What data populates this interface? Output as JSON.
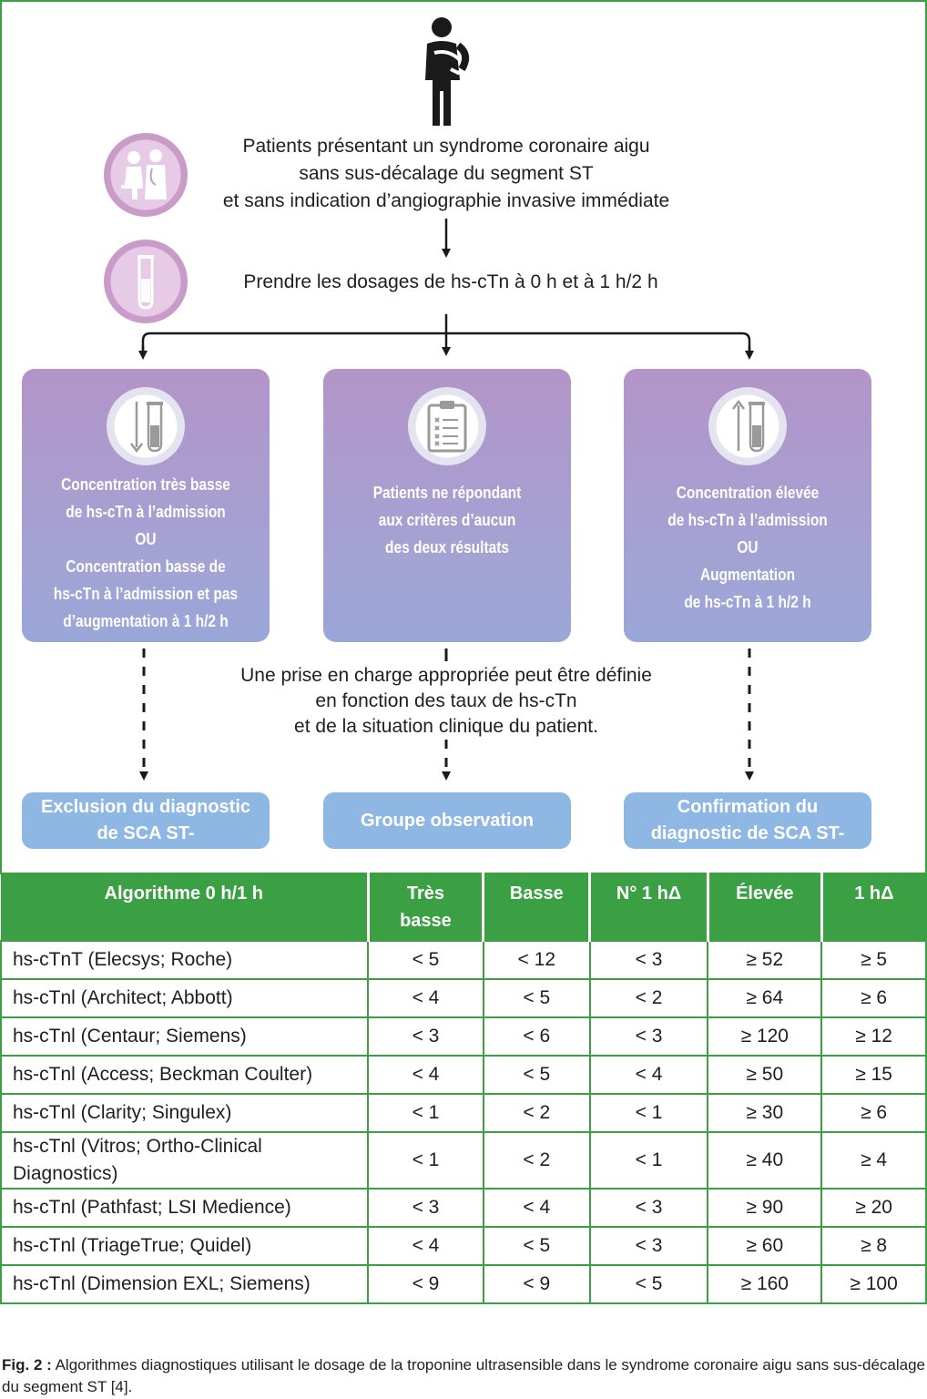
{
  "flow": {
    "intro": [
      "Patients présentant un syndrome coronaire aigu",
      "sans sus-décalage du segment ST",
      "et sans indication d’angiographie invasive immédiate"
    ],
    "step2": "Prendre les dosages de hs-cTn à 0 h et à 1 h/2 h",
    "boxes": [
      {
        "icon": "test-tube-down-arrow-icon",
        "lines": [
          "Concentration très basse",
          "de hs-cTn à l’admission",
          "OU",
          "Concentration basse de",
          "hs-cTn à l’admission et pas",
          "d’augmentation à 1 h/2 h"
        ]
      },
      {
        "icon": "clipboard-checklist-icon",
        "lines": [
          "Patients ne répondant",
          "aux critères d’aucun",
          "des deux résultats"
        ]
      },
      {
        "icon": "test-tube-up-arrow-icon",
        "lines": [
          "Concentration élevée",
          "de hs-cTn à l’admission",
          "OU",
          "Augmentation",
          "de hs-cTn à 1 h/2 h"
        ]
      }
    ],
    "middle_note": [
      "Une prise en charge appropriée peut être définie",
      "en fonction des taux de hs-cTn",
      "et de la situation clinique du patient."
    ],
    "outcomes": [
      [
        "Exclusion du diagnostic",
        "de SCA ST-"
      ],
      [
        "Groupe observation"
      ],
      [
        "Confirmation du",
        "diagnostic de SCA ST-"
      ]
    ],
    "colors": {
      "green": "#3aa043",
      "purple": "#b394c8",
      "blue": "#8fb7e3"
    }
  },
  "table": {
    "headers": [
      "Algorithme 0 h/1 h",
      "Très basse",
      "Basse",
      "N° 1 hΔ",
      "Élevée",
      "1 hΔ"
    ],
    "rows": [
      [
        "hs-cTnT (Elecsys; Roche)",
        "< 5",
        "< 12",
        "< 3",
        "≥ 52",
        "≥ 5"
      ],
      [
        "hs-cTnl (Architect; Abbott)",
        "< 4",
        "< 5",
        "< 2",
        "≥ 64",
        "≥ 6"
      ],
      [
        "hs-cTnl (Centaur; Siemens)",
        "< 3",
        "< 6",
        "< 3",
        "≥ 120",
        "≥ 12"
      ],
      [
        "hs-cTnl (Access; Beckman Coulter)",
        "< 4",
        "< 5",
        "< 4",
        "≥ 50",
        "≥ 15"
      ],
      [
        "hs-cTnl (Clarity; Singulex)",
        "< 1",
        "< 2",
        "< 1",
        "≥ 30",
        "≥ 6"
      ],
      [
        "hs-cTnl (Vitros; Ortho-Clinical Diagnostics)",
        "< 1",
        "< 2",
        "< 1",
        "≥ 40",
        "≥ 4"
      ],
      [
        "hs-cTnl (Pathfast; LSI Medience)",
        "< 3",
        "< 4",
        "< 3",
        "≥ 90",
        "≥ 20"
      ],
      [
        "hs-cTnl (TriageTrue; Quidel)",
        "< 4",
        "< 5",
        "< 3",
        "≥ 60",
        "≥ 8"
      ],
      [
        "hs-cTnl (Dimension EXL; Siemens)",
        "< 9",
        "< 9",
        "< 5",
        "≥ 160",
        "≥ 100"
      ]
    ]
  },
  "caption": {
    "label": "Fig. 2 :",
    "text": "Algorithmes diagnostiques utilisant le dosage de la troponine ultrasensible dans le syndrome coronaire aigu sans sus-décalage du segment ST [4]."
  }
}
